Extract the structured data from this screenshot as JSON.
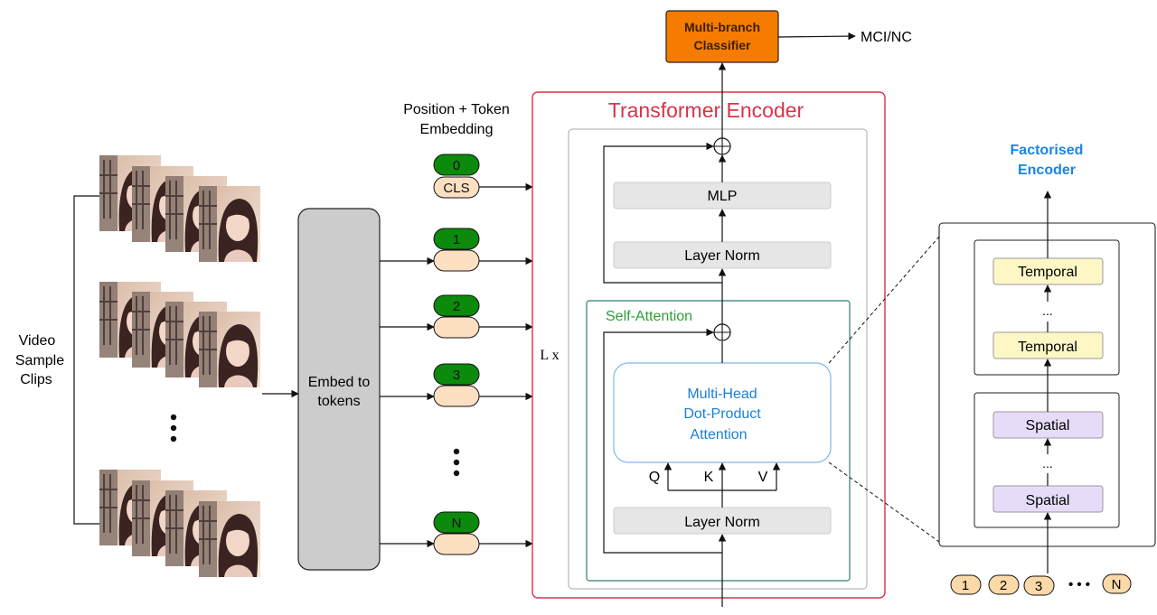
{
  "input": {
    "label_lines": [
      "Video",
      "Sample",
      "Clips"
    ],
    "ellipsis": "⋮"
  },
  "embed": {
    "label_lines": [
      "Embed to",
      "tokens"
    ]
  },
  "embedding": {
    "title_lines": [
      "Position + Token",
      "Embedding"
    ],
    "tokens": [
      {
        "position": "0",
        "token": "CLS"
      },
      {
        "position": "1",
        "token": ""
      },
      {
        "position": "2",
        "token": ""
      },
      {
        "position": "3",
        "token": ""
      },
      {
        "position": "N",
        "token": ""
      }
    ]
  },
  "transformer": {
    "title": "Transformer Encoder",
    "repeat_label": "L x",
    "mlp": "MLP",
    "layer_norm_top": "Layer Norm",
    "layer_norm_bottom": "Layer Norm",
    "self_attention_title": "Self-Attention",
    "attention_lines": [
      "Multi-Head",
      "Dot-Product",
      "Attention"
    ],
    "q": "Q",
    "k": "K",
    "v": "V"
  },
  "classifier": {
    "label_lines": [
      "Multi-branch",
      "Classifier"
    ],
    "output": "MCI/NC"
  },
  "factorised": {
    "title_lines": [
      "Factorised",
      "Encoder"
    ],
    "temporal": "Temporal",
    "spatial": "Spatial",
    "dots": "...",
    "inputs": [
      "1",
      "2",
      "3",
      "N"
    ],
    "input_dots": "• • •"
  },
  "colors": {
    "transformer_border": "#d9344a",
    "self_attention_border": "#2e7d74",
    "self_attention_text": "#2e9e3a",
    "attention_text": "#1a7fd6",
    "factorised_title": "#1a84e6",
    "classifier_fill": "#f57c00",
    "token_green": "#0c8a0c",
    "token_peach": "#fde0c2",
    "temporal_fill": "#fdf7c6",
    "spatial_fill": "#e6dcfa",
    "grey_block": "#e6e6e6"
  }
}
